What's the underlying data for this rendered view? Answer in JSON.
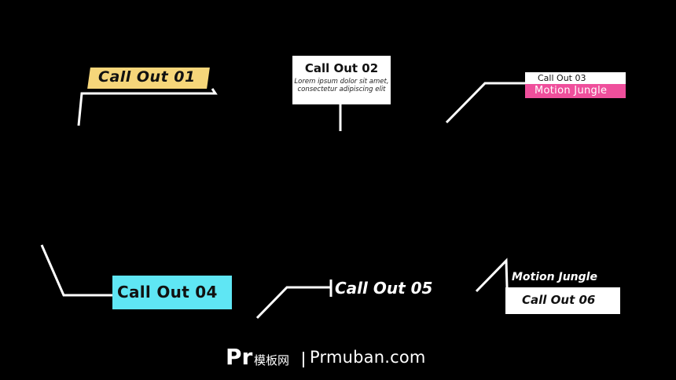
{
  "callouts": {
    "c1": {
      "label": "Call Out 01",
      "color": "#f6d67a"
    },
    "c2": {
      "title": "Call Out 02",
      "body": "Lorem ipsum dolor sit amet, consectetur adipiscing elit"
    },
    "c3": {
      "label": "Call Out 03",
      "subtitle": "Motion Jungle",
      "accent": "#ef4f9c"
    },
    "c4": {
      "label": "Call Out 04",
      "color": "#5fe6f4"
    },
    "c5": {
      "label": "Call Out 05"
    },
    "c6": {
      "subtitle": "Motion Jungle",
      "label": "Call Out 06"
    }
  },
  "watermark": {
    "logo": "Pr",
    "cn_text": "模板网",
    "url": "Prmuban.com"
  }
}
